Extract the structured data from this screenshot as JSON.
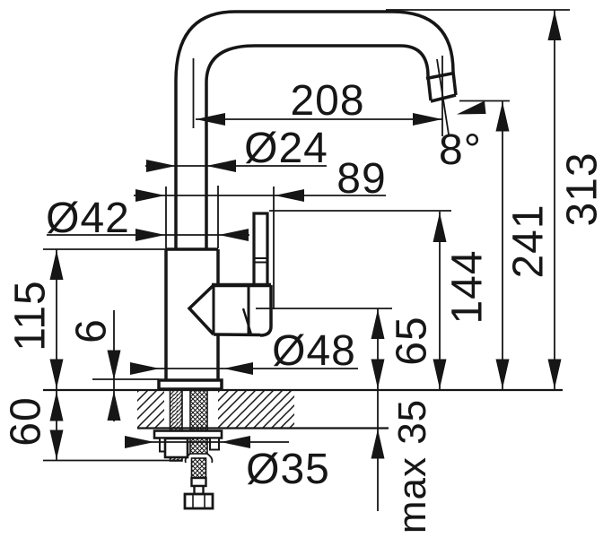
{
  "drawing": {
    "type": "faucet-installation-dimension-drawing",
    "line_color": "#161616",
    "background_color": "#ffffff",
    "dimensions": {
      "spout_reach": "208",
      "spout_tube_diameter": "Ø24",
      "handle_offset": "89",
      "body_diameter": "Ø42",
      "spout_angle": "8°",
      "base_section_height": "115",
      "flange_thickness": "6",
      "under_counter_depth": "60",
      "base_flange_diameter": "Ø48",
      "mounting_hole_diameter": "Ø35",
      "lever_pivot_height": "65",
      "handle_top_height": "144",
      "spout_outlet_height": "241",
      "overall_height": "313",
      "max_counter_thickness": "max 35"
    }
  }
}
